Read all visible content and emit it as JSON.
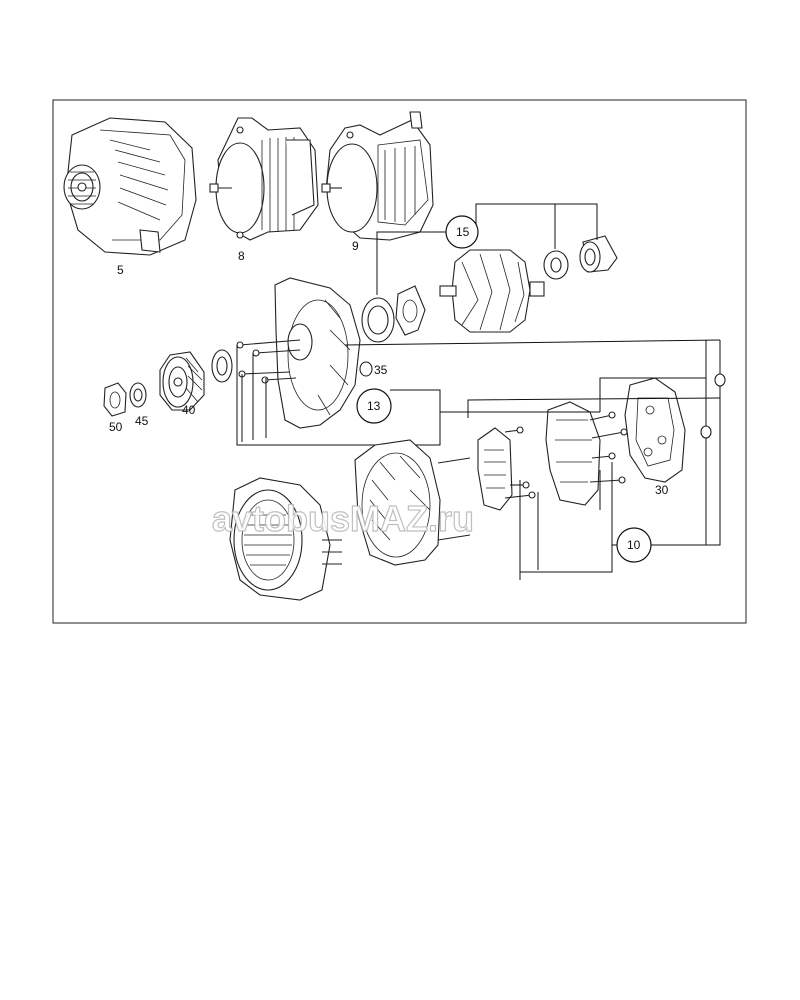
{
  "labels": {
    "p5": "5",
    "p8": "8",
    "p9": "9",
    "p15": "15",
    "p35": "35",
    "p13": "13",
    "p50": "50",
    "p45": "45",
    "p40": "40",
    "p30": "30",
    "p10": "10"
  },
  "watermark": "avtobusMAZ.ru"
}
